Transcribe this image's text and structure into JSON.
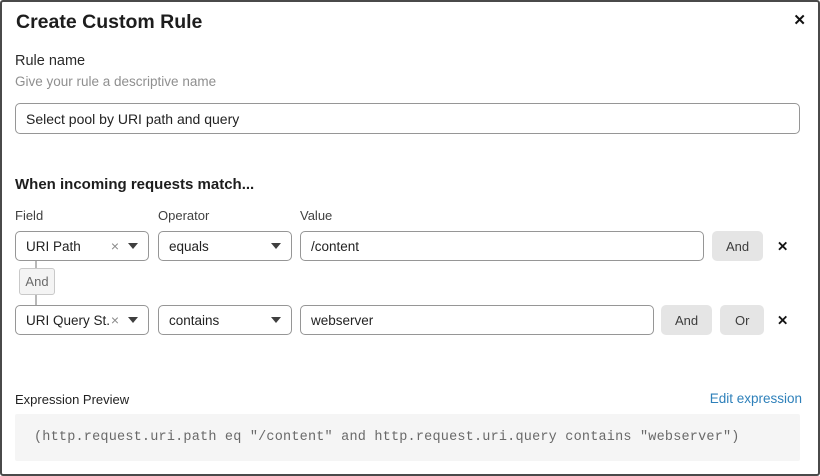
{
  "dialog": {
    "title": "Create Custom Rule"
  },
  "icons": {
    "close": "✕",
    "clear": "×",
    "remove": "✕"
  },
  "rule_name": {
    "label": "Rule name",
    "helper": "Give your rule a descriptive name",
    "value": "Select pool by URI path and query"
  },
  "matcher": {
    "heading": "When incoming requests match...",
    "columns": {
      "field": "Field",
      "operator": "Operator",
      "value": "Value"
    },
    "connector_label": "And",
    "rows": [
      {
        "field": "URI Path",
        "operator": "equals",
        "value": "/content",
        "and_label": "And"
      },
      {
        "field": "URI Query St...",
        "operator": "contains",
        "value": "webserver",
        "and_label": "And",
        "or_label": "Or"
      }
    ]
  },
  "expression": {
    "label": "Expression Preview",
    "edit_link": "Edit expression",
    "link_color": "#2e80ba",
    "code": "(http.request.uri.path eq \"/content\" and http.request.uri.query contains \"webserver\")"
  }
}
